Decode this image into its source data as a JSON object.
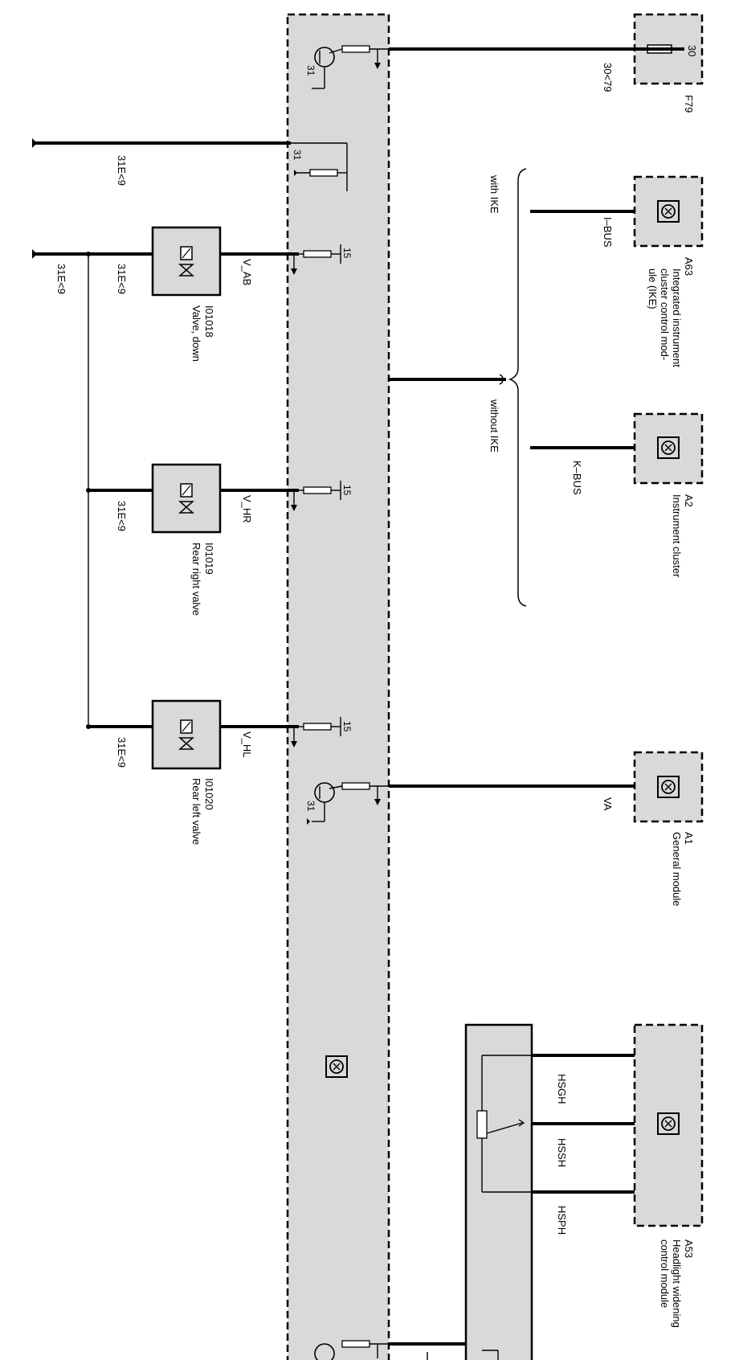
{
  "components": {
    "fuse": {
      "id": "F79",
      "terminal": "30",
      "wire": "30<79"
    },
    "ike": {
      "id": "A63",
      "name_lines": [
        "Integrated instrument",
        "cluster control mod-",
        "ule (IKE)"
      ],
      "bus": "I–BUS"
    },
    "cluster": {
      "id": "A2",
      "name": "Instrument cluster",
      "bus": "K–BUS"
    },
    "general_module": {
      "id": "A1",
      "name": "General module",
      "wire": "VA"
    },
    "headlight_module": {
      "id": "A53",
      "name_lines": [
        "Headlight widening",
        "control module"
      ],
      "wires": [
        "HSGH",
        "HSSH",
        "HSPH"
      ]
    }
  },
  "bus_notes": {
    "with": "with IKE",
    "without": "without IKE"
  },
  "valves": [
    {
      "id": "I01018",
      "name": "Valve, down",
      "signal": "V_AB",
      "ground": "31E<9",
      "terminal": "15"
    },
    {
      "id": "I01019",
      "name": "Rear right valve",
      "signal": "V_HR",
      "ground": "31E<9",
      "terminal": "15"
    },
    {
      "id": "I01020",
      "name": "Rear left valve",
      "signal": "V_HL",
      "ground": "31E<9",
      "terminal": "15"
    }
  ],
  "ground_labels": {
    "upper": "31E<9",
    "lower": "31E<9"
  },
  "module_terminals": {
    "ground": "31"
  },
  "colors": {
    "module_fill": "#d9d9d9",
    "line": "#000000"
  }
}
